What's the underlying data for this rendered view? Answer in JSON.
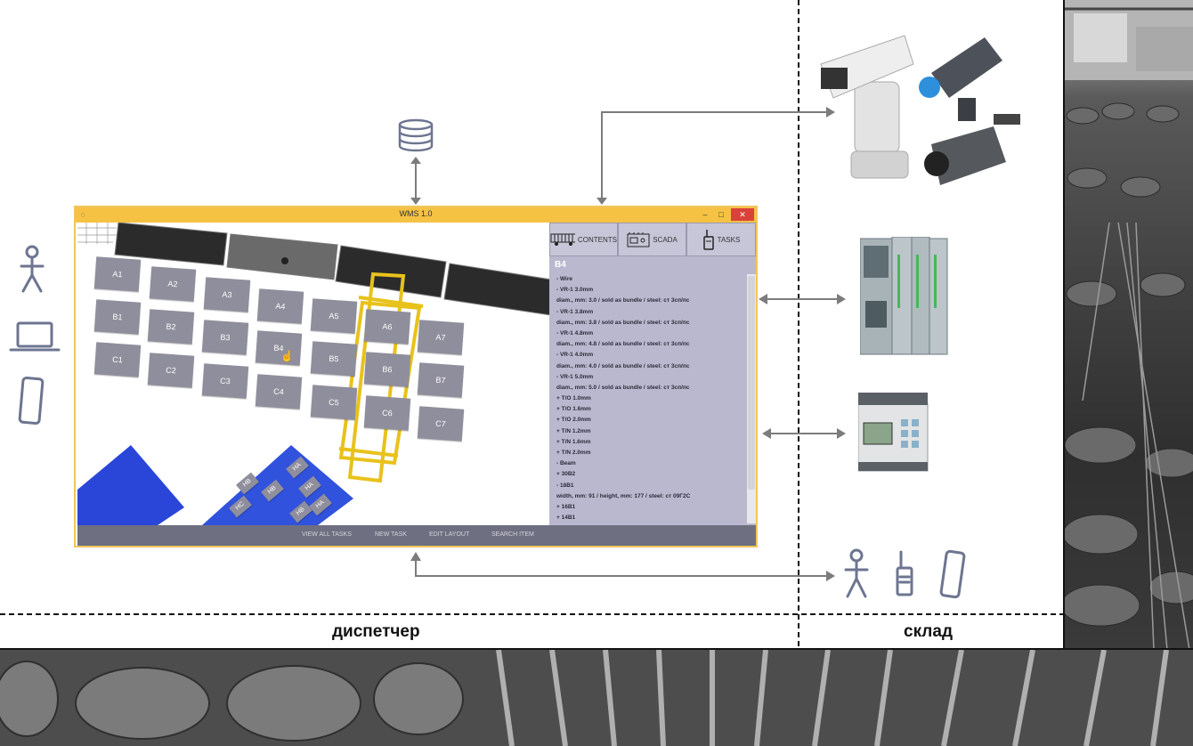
{
  "window": {
    "title": "WMS 1.0",
    "min": "–",
    "max": "□",
    "close": "✕"
  },
  "tabs": [
    {
      "label": "CONTENTS",
      "icon": "wagon-icon"
    },
    {
      "label": "SCADA",
      "icon": "plc-icon"
    },
    {
      "label": "TASKS",
      "icon": "radio-icon"
    }
  ],
  "selected_zone": "B4",
  "tree": [
    "- Wire",
    "   - VR-1 3.0mm",
    "         diam., mm: 3.0 / sold as bundle / steel: ст 3сп/пс",
    "   - VR-1 3.8mm",
    "         diam., mm: 3.8 / sold as bundle / steel: ст 3сп/пс",
    "   - VR-1 4.8mm",
    "         diam., mm: 4.8 / sold as bundle / steel: ст 3сп/пс",
    "   - VR-1 4.0mm",
    "         diam., mm: 4.0 / sold as bundle / steel: ст 3сп/пс",
    "   - VR-1 5.0mm",
    "         diam., mm: 5.0 / sold as bundle / steel: ст 3сп/пс",
    "   + T/O 1.0mm",
    "   + T/O 1.6mm",
    "   + T/O 2.0mm",
    "   + T/N 1.2mm",
    "   + T/N 1.6mm",
    "   + T/N 2.0mm",
    "- Beam",
    "   + 30B2",
    "   - 18B1",
    "         width, mm: 91 / height, mm: 177 / steel: ст 09Г2С",
    "   + 16B1",
    "   + 14B1"
  ],
  "bottom_buttons": [
    "VIEW ALL TASKS",
    "NEW TASK",
    "EDIT LAYOUT",
    "SEARCH ITEM"
  ],
  "cells": [
    "A1",
    "A2",
    "A3",
    "A4",
    "A5",
    "A6",
    "A7",
    "B1",
    "B2",
    "B3",
    "B4",
    "B5",
    "B6",
    "B7",
    "C1",
    "C2",
    "C3",
    "C4",
    "C5",
    "C6",
    "C7"
  ],
  "hd_cells": [
    "HA",
    "HB",
    "HA",
    "HB",
    "HB",
    "HC",
    "HA"
  ],
  "zones": {
    "dispatcher": "диспетчер",
    "warehouse": "склад"
  },
  "colors": {
    "window_border": "#f1c55a",
    "sidebar": "#b9b8cf",
    "crane": "#e8c21b",
    "blue_zone": "#2a46d8",
    "cell": "#8f8e9c"
  }
}
